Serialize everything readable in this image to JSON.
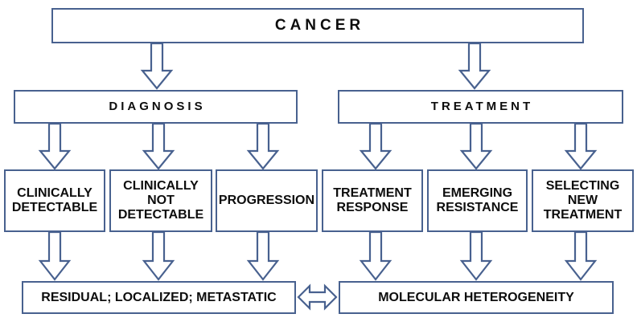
{
  "diagram": {
    "title": "Cancer diagnosis and treatment flowchart",
    "colors": {
      "box_border": "#48618f",
      "arrow_stroke": "#48618f",
      "box_fill": "#ffffff",
      "text": "#0d0d0d",
      "background": "#ffffff"
    },
    "levels": [
      {
        "name": "root",
        "nodes": [
          {
            "id": "cancer",
            "label": "CANCER"
          }
        ]
      },
      {
        "name": "branches",
        "nodes": [
          {
            "id": "diagnosis",
            "label": "DIAGNOSIS"
          },
          {
            "id": "treatment",
            "label": "TREATMENT"
          }
        ]
      },
      {
        "name": "categories",
        "nodes": [
          {
            "id": "clinically-detectable",
            "label": "CLINICALLY\nDETECTABLE"
          },
          {
            "id": "clinically-not-detectable",
            "label": "CLINICALLY\nNOT\nDETECTABLE"
          },
          {
            "id": "progression",
            "label": "PROGRESSION"
          },
          {
            "id": "treatment-response",
            "label": "TREATMENT\nRESPONSE"
          },
          {
            "id": "emerging-resistance",
            "label": "EMERGING\nRESISTANCE"
          },
          {
            "id": "selecting-new-treatment",
            "label": "SELECTING\nNEW\nTREATMENT"
          }
        ]
      },
      {
        "name": "outcomes",
        "nodes": [
          {
            "id": "residual-localized-metastatic",
            "label": "RESIDUAL; LOCALIZED; METASTATIC"
          },
          {
            "id": "molecular-heterogeneity",
            "label": "MOLECULAR HETEROGENEITY"
          }
        ]
      }
    ],
    "connectors": {
      "down_arrow_icon": "down-block-arrow-icon",
      "bidirectional_arrow_icon": "left-right-block-arrow-icon",
      "down_arrow_count": 14,
      "bidirectional_arrow_count": 1
    }
  }
}
